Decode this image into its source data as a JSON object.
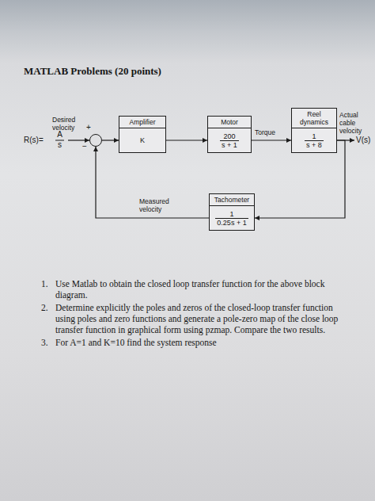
{
  "diagram": {
    "title": "MATLAB Problems (20 points)",
    "nodes": [
      {
        "text": [
          "+",
          "−"
        ]
      },
      {
        "text": [
          "Amplifier",
          "K"
        ]
      },
      {
        "text": [
          "Motor",
          "200",
          "s + 1"
        ]
      },
      {
        "text": [
          "Reel dynamics",
          "1",
          "s + 8"
        ]
      },
      {
        "text": [
          "Tachometer",
          "1",
          "0.25s + 1"
        ]
      }
    ],
    "edges": [
      {
        "from": 0,
        "to": 1,
        "arrow": "to"
      },
      {
        "from": 1,
        "to": 2,
        "arrow": "to"
      },
      {
        "from": 2,
        "to": 3,
        "label": "Torque",
        "arrow": "to"
      },
      {
        "from": 3,
        "to": 4,
        "arrow": "to"
      },
      {
        "from": 4,
        "to": 0,
        "label": "Measured velocity",
        "arrow": "to"
      }
    ],
    "labels": [
      "R(s)=",
      "A",
      "s",
      "Desired velocity",
      "Actual cable velocity",
      "V(s)",
      "1.",
      "Use Matlab to obtain the closed loop transfer function for the above block diagram.",
      "2.",
      "Determine explicitly the poles and zeros of the closed-loop transfer function using poles and zero functions and generate a pole-zero map of the close loop transfer function in graphical form using pzmap. Compare the two results.",
      "3.",
      "For A=1 and K=10 find the system response"
    ]
  }
}
